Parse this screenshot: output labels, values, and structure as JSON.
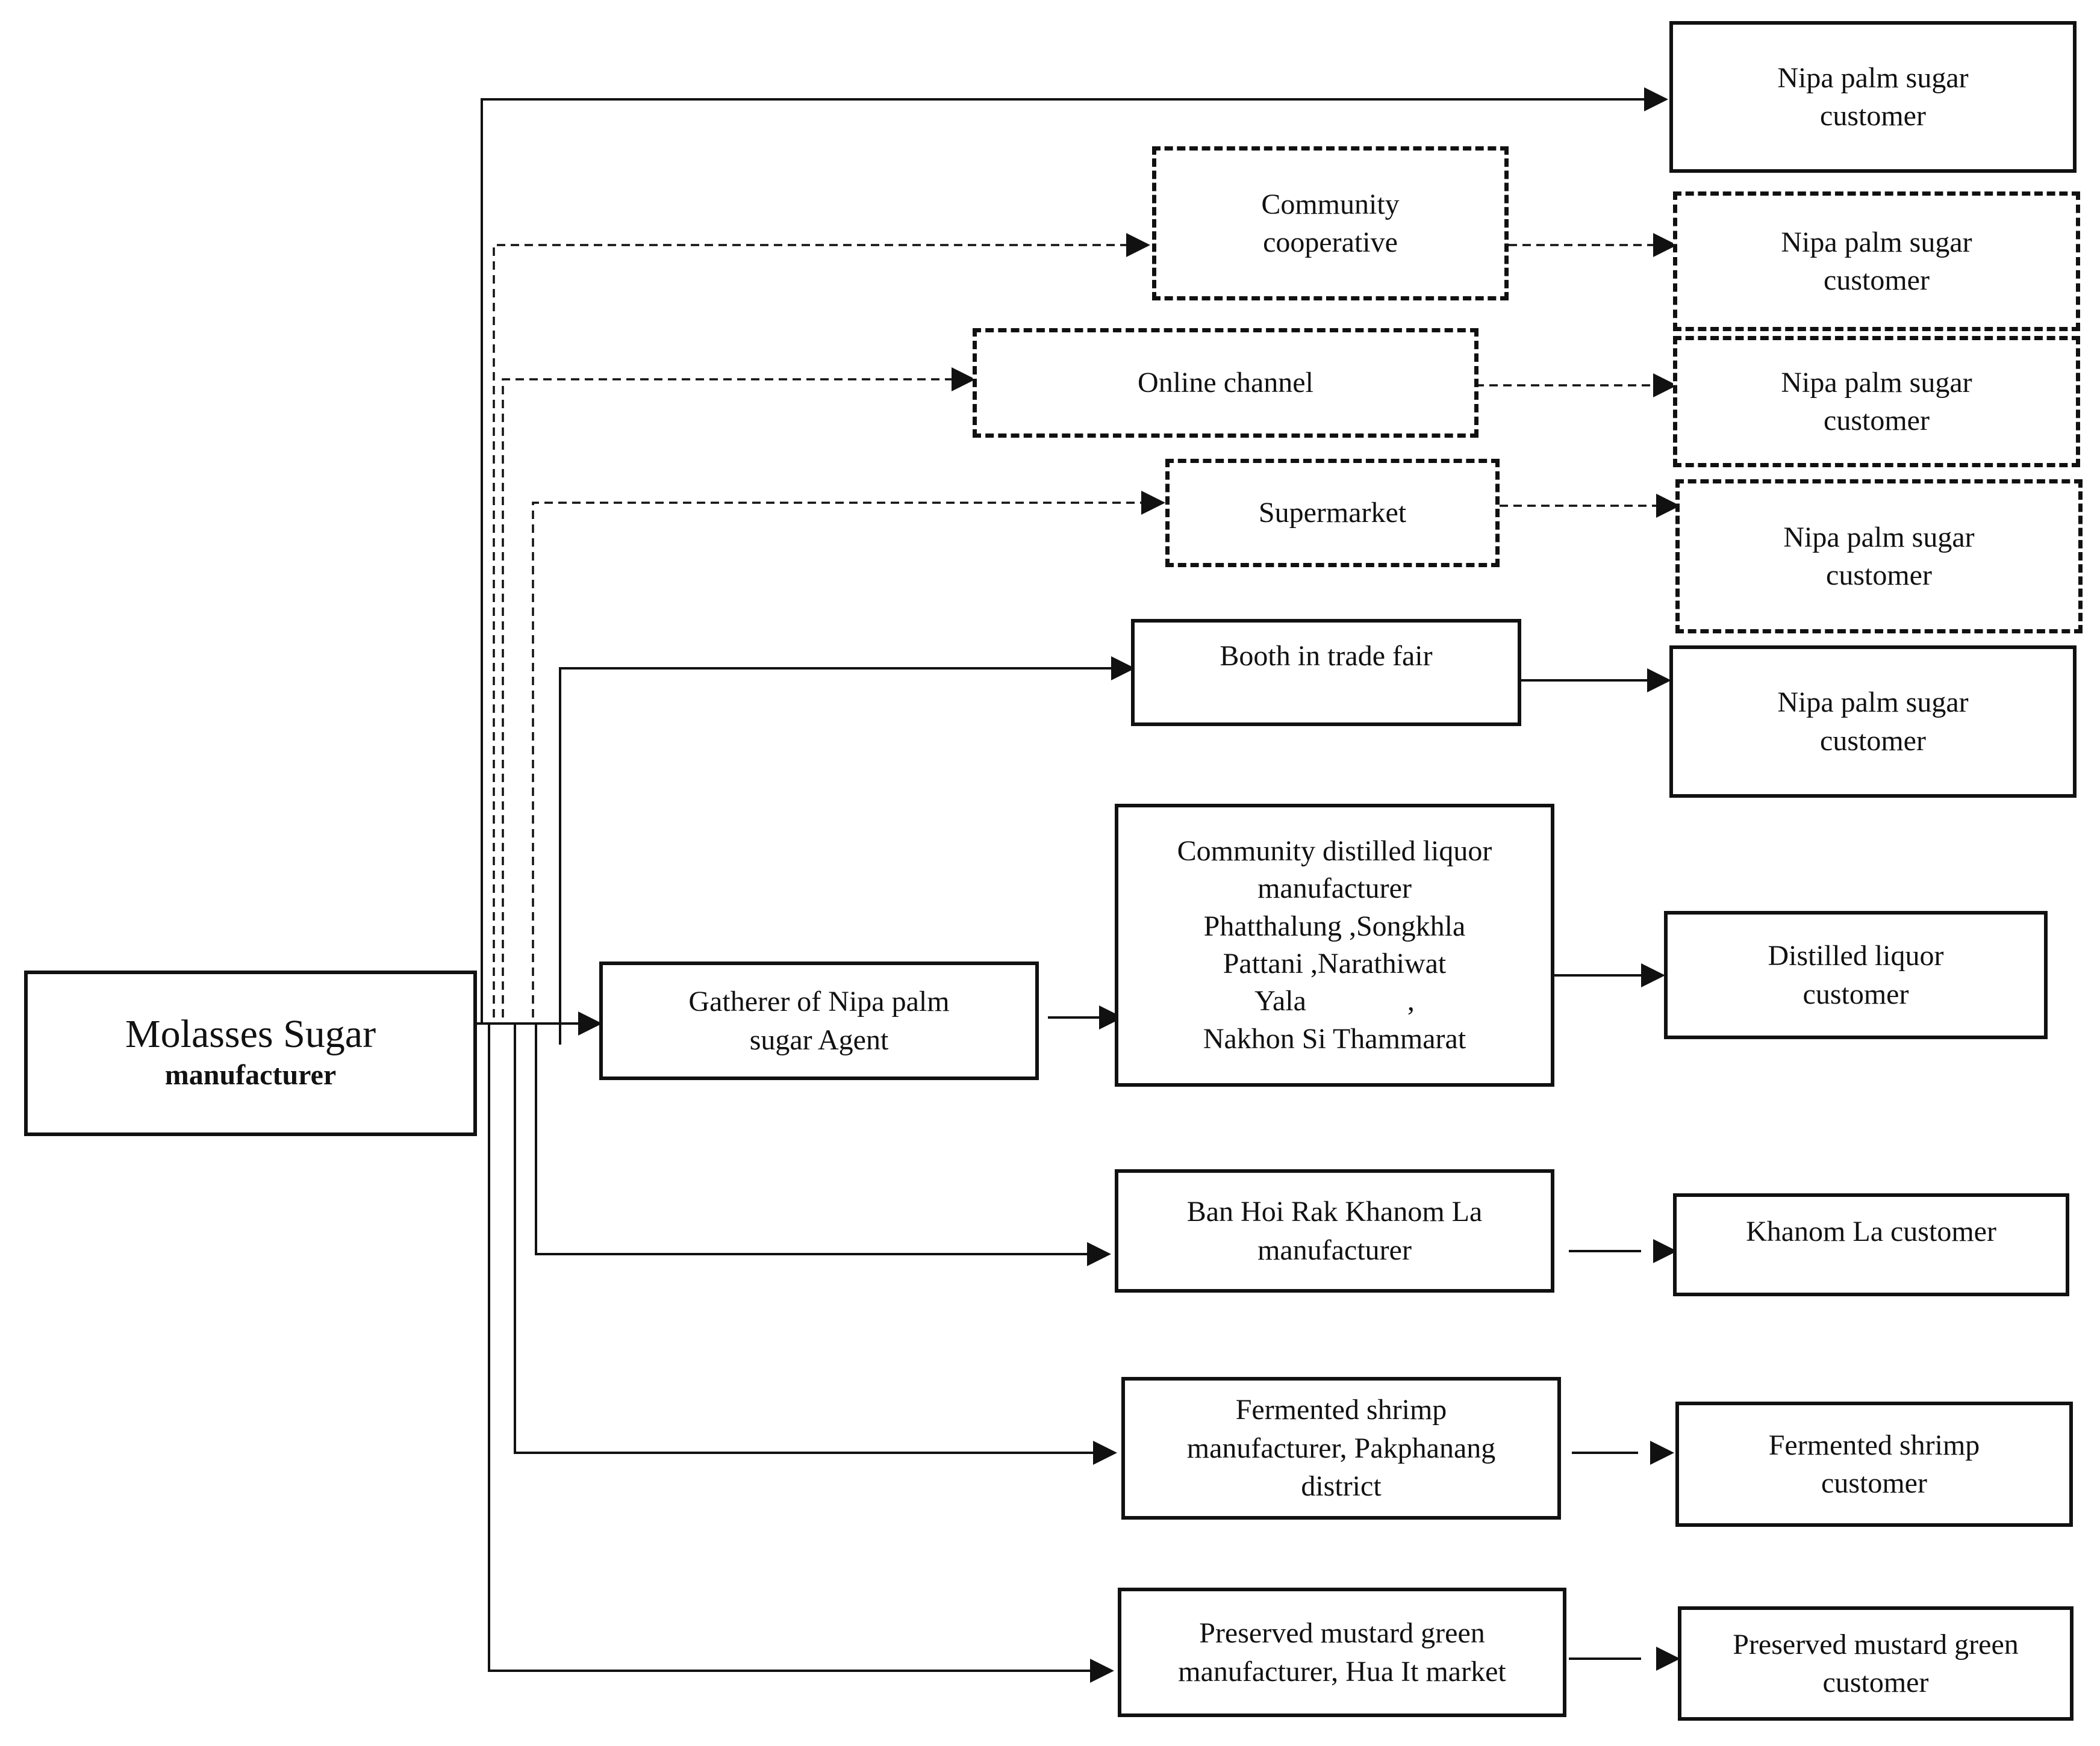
{
  "source": {
    "line1": "Molasses Sugar",
    "line2": "manufacturer"
  },
  "channels": {
    "community_cooperative": [
      "Community",
      "cooperative"
    ],
    "online_channel": [
      "Online channel"
    ],
    "supermarket": [
      "Supermarket"
    ],
    "booth_trade_fair": [
      "Booth in trade fair"
    ],
    "gatherer_agent": [
      "Gatherer of Nipa palm",
      "sugar Agent"
    ],
    "liquor_manufacturer": [
      "Community distilled liquor",
      "manufacturer",
      "Phatthalung ,Songkhla",
      "Pattani ,Narathiwat",
      "Yala              ,",
      "Nakhon Si Thammarat"
    ],
    "khanom_la_manufacturer": [
      "Ban Hoi Rak Khanom La",
      "manufacturer"
    ],
    "shrimp_manufacturer": [
      "Fermented shrimp",
      "manufacturer, Pakphanang",
      "district"
    ],
    "mustard_manufacturer": [
      "Preserved mustard green",
      "manufacturer, Hua It market"
    ]
  },
  "customers": {
    "nipa_direct": [
      "Nipa palm sugar",
      "customer"
    ],
    "nipa_cooperative": [
      "Nipa palm sugar",
      "customer"
    ],
    "nipa_online": [
      "Nipa palm sugar",
      "customer"
    ],
    "nipa_supermarket": [
      "Nipa palm sugar",
      "customer"
    ],
    "nipa_booth": [
      "Nipa palm sugar",
      "customer"
    ],
    "liquor": [
      "Distilled liquor",
      "customer"
    ],
    "khanom_la": [
      "Khanom La customer"
    ],
    "shrimp": [
      "Fermented shrimp",
      "customer"
    ],
    "mustard": [
      "Preserved mustard green",
      "customer"
    ]
  }
}
